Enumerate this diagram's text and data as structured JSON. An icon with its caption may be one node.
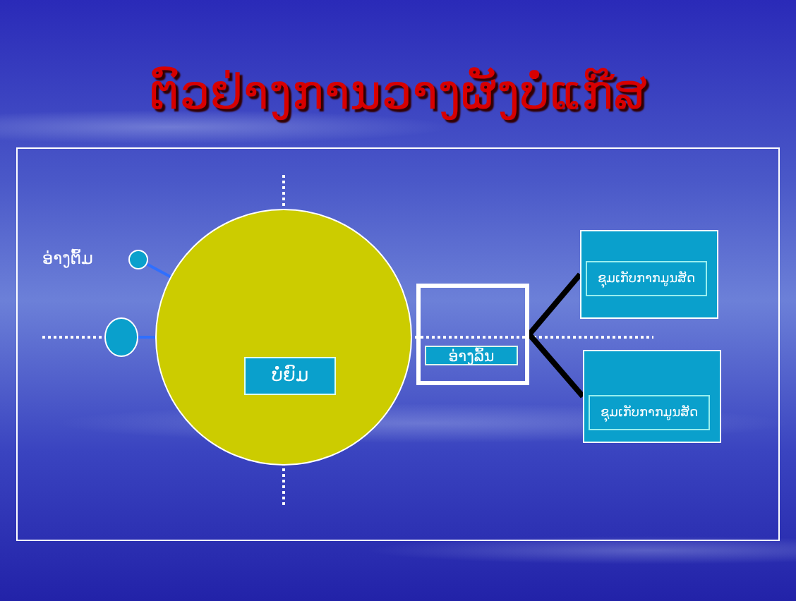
{
  "diagram": {
    "title": "ຕົວຢ່າງການວາງຜັງບໍ່ແກ໊ສ",
    "nodes": [
      {
        "text": [],
        "shape": "circle"
      },
      {
        "text": [],
        "shape": "circle"
      },
      {
        "text": [],
        "shape": "circle"
      },
      {
        "text": [
          "ບໍ່ຍົມ"
        ],
        "in": 2
      },
      {
        "text": [],
        "shape": "box"
      },
      {
        "text": [
          "ອ່າງລົ້ນ"
        ],
        "in": 4
      },
      {
        "text": [
          "ຊຸມເກັບກາກມູນສັດ"
        ]
      },
      {
        "text": [
          "ຊຸມເກັບກາກມູນສັດ"
        ]
      }
    ],
    "edges": [
      {
        "from": 0,
        "to": 2,
        "arrow": "none"
      },
      {
        "from": 1,
        "to": 2,
        "arrow": "none"
      },
      {
        "from": 4,
        "to": 6,
        "arrow": "none",
        "style": "thick",
        "color": "#000000"
      },
      {
        "from": 4,
        "to": 7,
        "arrow": "none",
        "style": "thick",
        "color": "#000000"
      }
    ],
    "labels": [
      "ອ່າງຕົ້ມ"
    ]
  }
}
